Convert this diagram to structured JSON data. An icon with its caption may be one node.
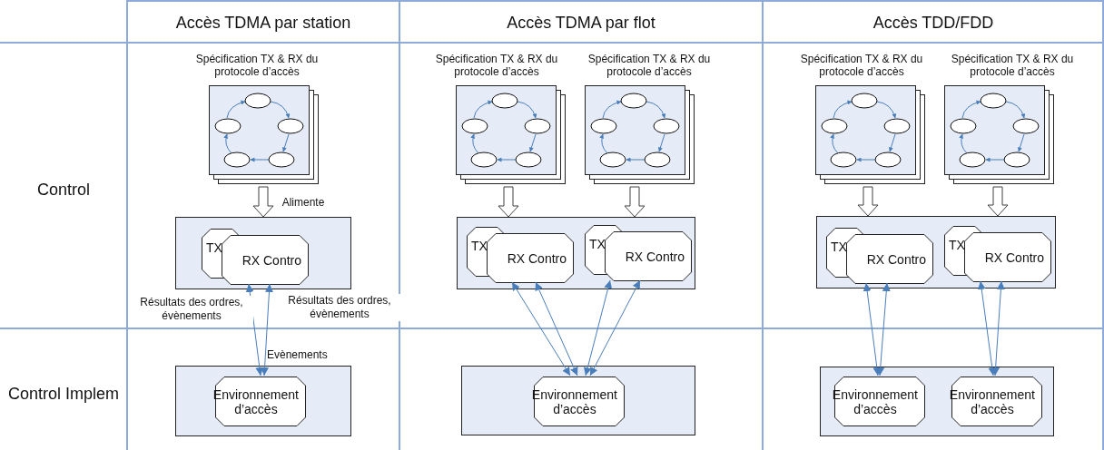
{
  "diagram": {
    "nodes": [
      {
        "text": [
          "Spécification TX & RX du protocole d’accès"
        ]
      },
      {
        "text": [],
        "shape": "box"
      },
      {
        "text": [
          "TX"
        ],
        "in": 1
      },
      {
        "text": [
          "RX Contro"
        ],
        "in": 1
      },
      {
        "text": [],
        "shape": "box"
      },
      {
        "text": [
          "Environnement d’accès"
        ],
        "in": 4
      },
      {
        "text": [
          "Spécification TX & RX du protocole d’accès"
        ]
      },
      {
        "text": [
          "Spécification TX & RX du protocole d’accès"
        ]
      },
      {
        "text": [],
        "shape": "box"
      },
      {
        "text": [
          "TX"
        ],
        "in": 8
      },
      {
        "text": [
          "RX Contro"
        ],
        "in": 8
      },
      {
        "text": [
          "TX"
        ],
        "in": 8
      },
      {
        "text": [
          "RX Contro"
        ],
        "in": 8
      },
      {
        "text": [],
        "shape": "box"
      },
      {
        "text": [
          "Environnement d’accès"
        ],
        "in": 13
      },
      {
        "text": [
          "Spécification TX & RX du protocole d’accès"
        ]
      },
      {
        "text": [
          "Spécification TX & RX du protocole d’accès"
        ]
      },
      {
        "text": [],
        "shape": "box"
      },
      {
        "text": [
          "TX"
        ],
        "in": 17
      },
      {
        "text": [
          "RX Contro"
        ],
        "in": 17
      },
      {
        "text": [
          "TX"
        ],
        "in": 17
      },
      {
        "text": [
          "RX Contro"
        ],
        "in": 17
      },
      {
        "text": [],
        "shape": "box"
      },
      {
        "text": [
          "Environnement d’accès"
        ],
        "in": 22
      },
      {
        "text": [
          "Environnement d’accès"
        ],
        "in": 22
      }
    ],
    "edges": [
      {
        "from": 0,
        "to": 1,
        "arrow": "to",
        "label": "Alimente",
        "style": "thick",
        "color": "#404040"
      },
      {
        "from": 3,
        "to": 5,
        "arrow": "both",
        "label": "Résultats des ordres, évènements"
      },
      {
        "from": 3,
        "to": 5,
        "arrow": "both",
        "label": "Résultats des ordres, évènements"
      },
      {
        "from": 6,
        "to": 8,
        "arrow": "to",
        "style": "thick",
        "color": "#404040"
      },
      {
        "from": 7,
        "to": 8,
        "arrow": "to",
        "style": "thick",
        "color": "#404040"
      },
      {
        "from": 10,
        "to": 14,
        "arrow": "both"
      },
      {
        "from": 10,
        "to": 14,
        "arrow": "both"
      },
      {
        "from": 12,
        "to": 14,
        "arrow": "both"
      },
      {
        "from": 12,
        "to": 14,
        "arrow": "both"
      },
      {
        "from": 15,
        "to": 17,
        "arrow": "to",
        "style": "thick",
        "color": "#404040"
      },
      {
        "from": 16,
        "to": 17,
        "arrow": "to",
        "style": "thick",
        "color": "#404040"
      },
      {
        "from": 19,
        "to": 23,
        "arrow": "both"
      },
      {
        "from": 19,
        "to": 23,
        "arrow": "both"
      },
      {
        "from": 21,
        "to": 24,
        "arrow": "both"
      },
      {
        "from": 21,
        "to": 24,
        "arrow": "both"
      }
    ],
    "labels": [
      "Accès TDMA par station",
      "Accès TDMA par flot",
      "Accès TDD/FDD",
      "Control",
      "Evènements",
      "Control Implem"
    ]
  }
}
